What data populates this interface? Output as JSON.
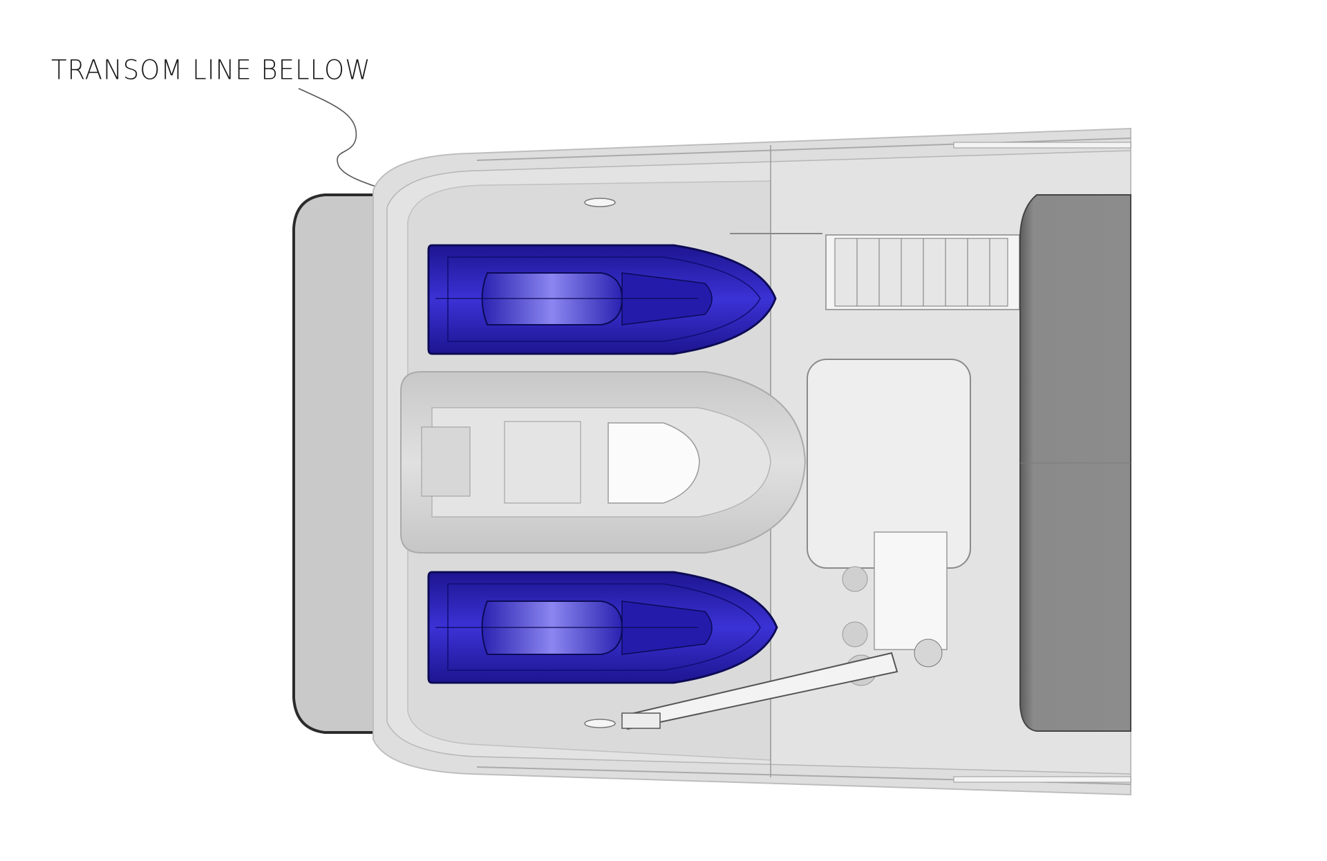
{
  "annotation": {
    "label": "TRANSOM LINE BELLOW"
  },
  "colors": {
    "background": "#ffffff",
    "deck": "#dcdcdc",
    "deck_light": "#e9e9e9",
    "hull_edge": "#2b2b2b",
    "jetski": "#2b22b8",
    "jetski_dark": "#140f6e",
    "tender": "#d2d2d2",
    "superstructure": "#7d7d7d",
    "leader_line": "#555555"
  },
  "items": {
    "jetski_count": 2,
    "tender_count": 1
  }
}
